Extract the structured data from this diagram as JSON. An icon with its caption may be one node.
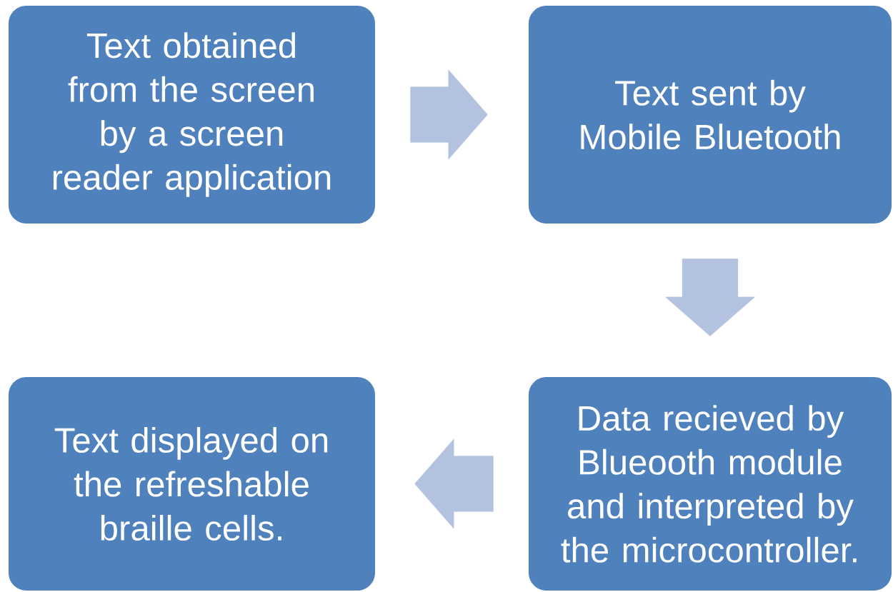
{
  "diagram": {
    "nodes": [
      {
        "text": [
          "Text obtained from the screen by a screen reader application"
        ]
      },
      {
        "text": [
          "Text sent by Mobile Bluetooth"
        ]
      },
      {
        "text": [
          "Data recieved by Blueooth module and interpreted by the microcontroller."
        ]
      },
      {
        "text": [
          "Text displayed on the refreshable braille cells."
        ]
      }
    ],
    "edges": [
      {
        "from": 0,
        "to": 1,
        "arrow": "to"
      },
      {
        "from": 1,
        "to": 2,
        "arrow": "to"
      },
      {
        "from": 2,
        "to": 3,
        "arrow": "to"
      }
    ]
  }
}
